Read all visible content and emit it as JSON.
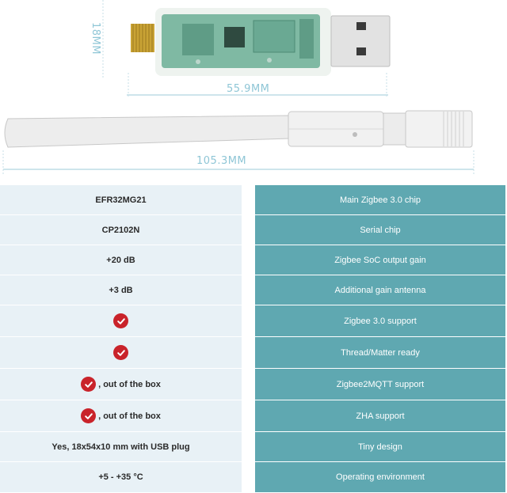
{
  "dimensions": {
    "height": "18MM",
    "pcb_length": "55.9MM",
    "total_length": "105.3MM"
  },
  "specs": [
    {
      "left": "EFR32MG21",
      "check": false,
      "right": "Main Zigbee 3.0 chip"
    },
    {
      "left": "CP2102N",
      "check": false,
      "right": "Serial chip"
    },
    {
      "left": "+20 dB",
      "check": false,
      "right": "Zigbee SoC output gain"
    },
    {
      "left": "+3 dB",
      "check": false,
      "right": "Additional gain antenna"
    },
    {
      "left": "",
      "check": true,
      "right": "Zigbee 3.0 support"
    },
    {
      "left": "",
      "check": true,
      "right": "Thread/Matter ready"
    },
    {
      "left": ", out of the box",
      "check": true,
      "right": "Zigbee2MQTT support"
    },
    {
      "left": ", out of the box",
      "check": true,
      "right": "ZHA support"
    },
    {
      "left": "Yes, 18x54x10 mm with USB plug",
      "check": false,
      "right": "Tiny design"
    },
    {
      "left": "+5 - +35 °C",
      "check": false,
      "right": "Operating environment"
    }
  ],
  "colors": {
    "left_cell": "#e8f1f6",
    "right_cell": "#5fa8b1",
    "check": "#c9232a",
    "dimension_text": "#8fc6d6"
  }
}
